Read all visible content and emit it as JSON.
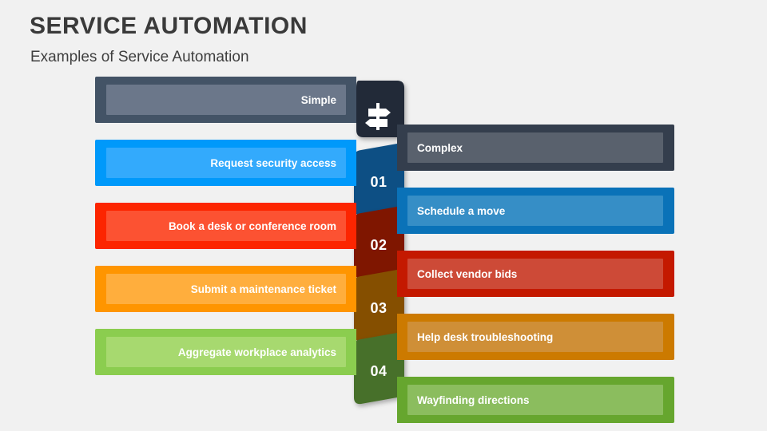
{
  "header": {
    "title": "SERVICE AUTOMATION",
    "subtitle": "Examples of Service Automation"
  },
  "colors": {
    "background": "#f1f1f1",
    "title_text": "#3a3a3a",
    "connector_dark": "#222b39",
    "simple_outer": "#435366",
    "simple_inner": "#6b778a",
    "complex_outer": "#343e4d",
    "complex_inner": "#59616d",
    "blue_outer": "#0099fa",
    "blue_inner": "#33aafc",
    "red_outer": "#fc2500",
    "red_inner": "#fc5232",
    "orange_outer": "#ff9500",
    "orange_inner": "#ffae3d",
    "green_outer": "#8bcd4f",
    "green_inner": "#a7d96f",
    "right_blue_outer": "#0a72b8",
    "right_blue_inner": "#368ec6",
    "right_red_outer": "#c41900",
    "right_red_inner": "#cd4a37",
    "right_orange_outer": "#cc7a00",
    "right_orange_inner": "#cf8f37",
    "right_green_outer": "#66a62e",
    "right_green_inner": "#8bbd5e",
    "badge_01": "#0b4f84",
    "badge_02": "#7f1500",
    "badge_03": "#855000",
    "badge_04": "#46702a"
  },
  "scale": {
    "top_icon": "signpost-icon",
    "left_header": "Simple",
    "right_header": "Complex"
  },
  "rows": [
    {
      "number": "01",
      "left_label": "Request security access",
      "right_label": "Schedule a move"
    },
    {
      "number": "02",
      "left_label": "Book a desk or conference room",
      "right_label": "Collect vendor bids"
    },
    {
      "number": "03",
      "left_label": "Submit a maintenance ticket",
      "right_label": "Help desk troubleshooting"
    },
    {
      "number": "04",
      "left_label": "Aggregate workplace analytics",
      "right_label": "Wayfinding directions"
    }
  ]
}
